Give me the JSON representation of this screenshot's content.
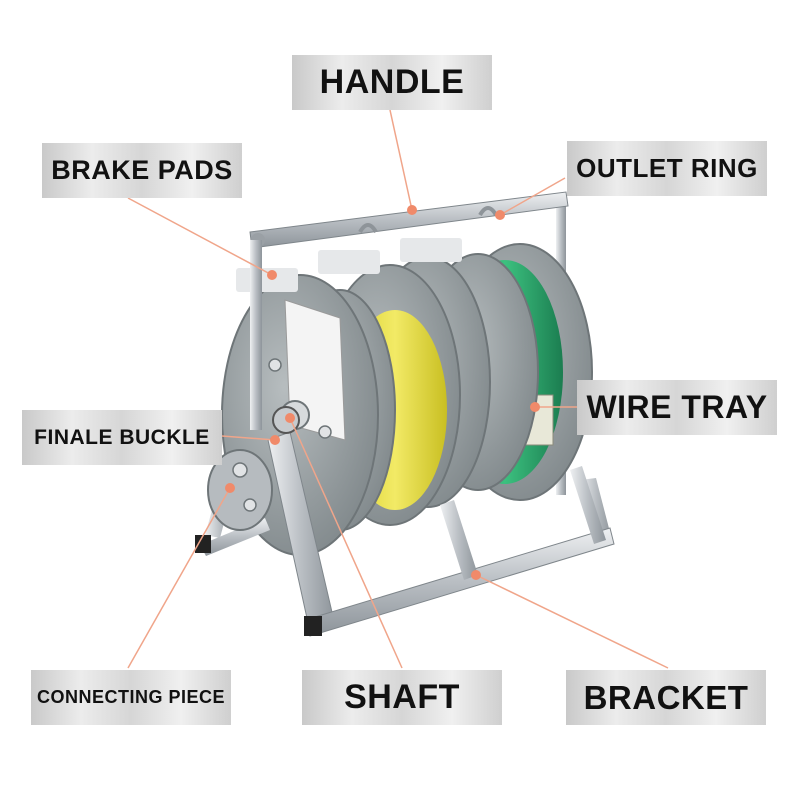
{
  "labels": {
    "handle": "HANDLE",
    "brake_pads": "BRAKE PADS",
    "outlet_ring": "OUTLET RING",
    "wire_tray": "WIRE TRAY",
    "finale_buckle": "FINALE BUCKLE",
    "connecting_piece": "CONNECTING PIECE",
    "shaft": "SHAFT",
    "bracket": "BRACKET"
  },
  "colors": {
    "leader_line": "#f0a58a",
    "leader_dot": "#f08a6a",
    "frame_aluminum": "#c8ccd0",
    "disc_gray": "#9aa1a4",
    "wire_yellow": "#e8e04a",
    "wire_green": "#2aa36a"
  }
}
